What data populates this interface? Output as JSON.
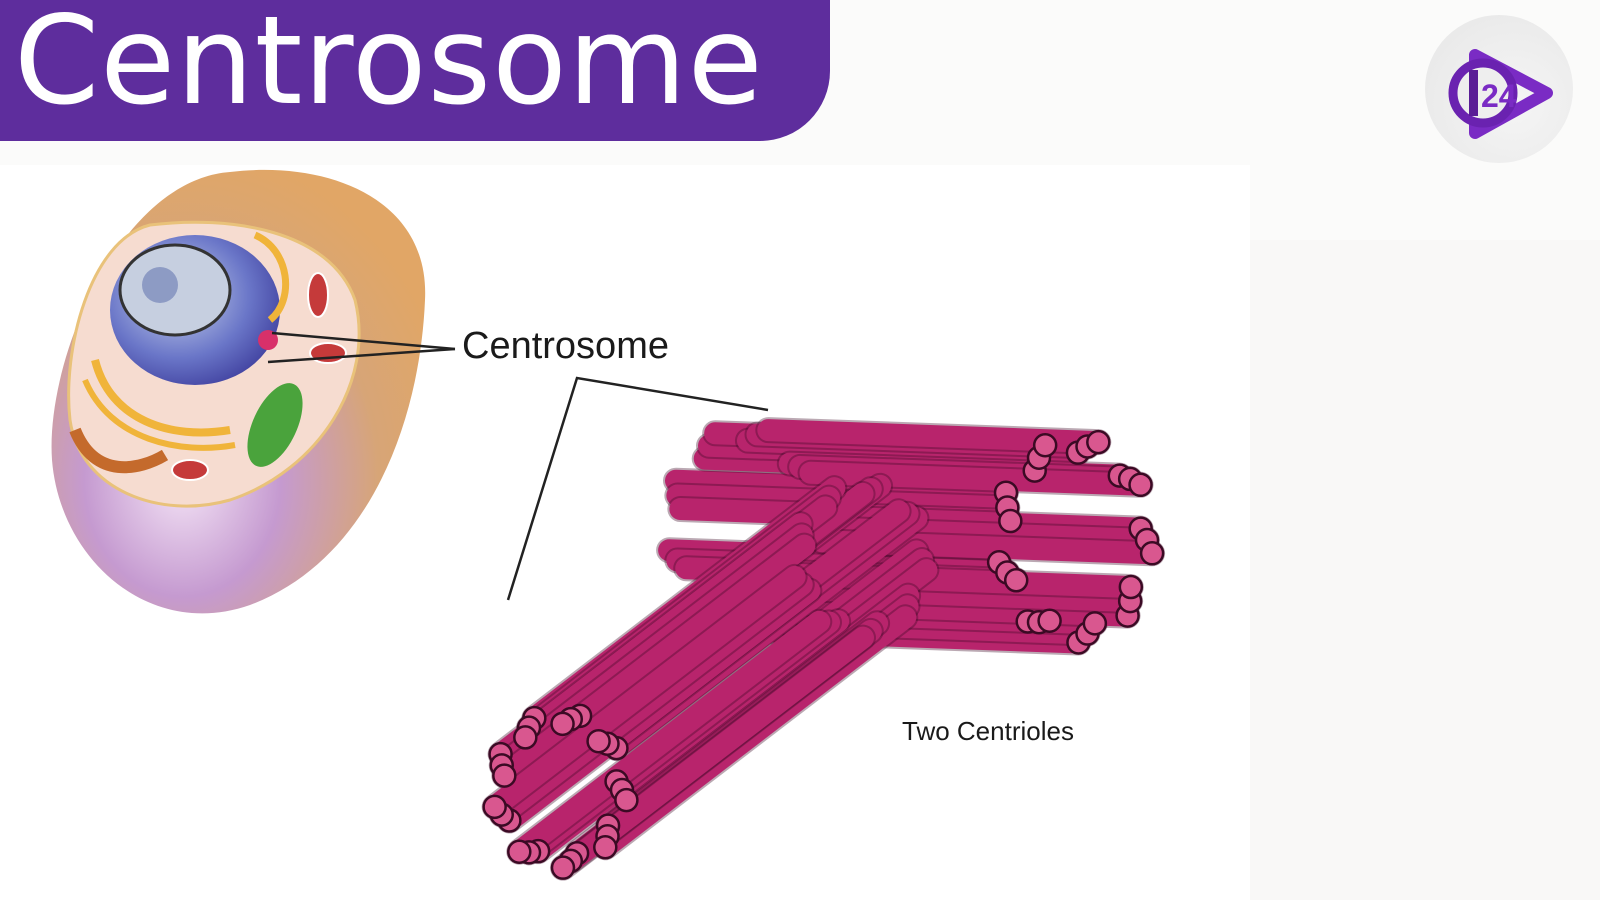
{
  "title": "Centrosome",
  "labels": {
    "centrosome": "Centrosome",
    "two_centrioles": "Two Centrioles"
  },
  "logo": {
    "icon": "play-24-logo",
    "text": "24"
  },
  "colors": {
    "title_bar": "#5e2d9d",
    "centriole": "#b8246c",
    "centriole_edge": "#3b0a24",
    "logo_purple": "#7a2bc4"
  }
}
